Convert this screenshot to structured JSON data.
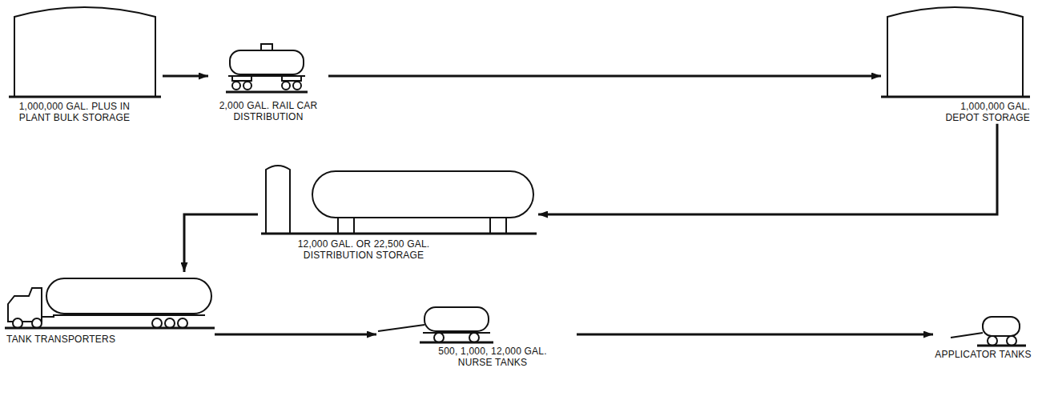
{
  "diagram": {
    "nodes": [
      {
        "text": [
          "1,000,000 GAL. PLUS IN PLANT BULK STORAGE"
        ]
      },
      {
        "text": [
          "2,000 GAL. RAIL CAR DISTRIBUTION"
        ]
      },
      {
        "text": [
          "1,000,000 GAL. DEPOT STORAGE"
        ]
      },
      {
        "text": [
          "12,000 GAL. OR 22,500 GAL. DISTRIBUTION STORAGE"
        ]
      },
      {
        "text": [
          "TANK TRANSPORTERS"
        ]
      },
      {
        "text": [
          "500, 1,000, 12,000 GAL. NURSE TANKS"
        ]
      },
      {
        "text": [
          "APPLICATOR TANKS"
        ]
      }
    ],
    "edges": [
      {
        "from": 0,
        "to": 1,
        "arrow": "to"
      },
      {
        "from": 1,
        "to": 2,
        "arrow": "to"
      },
      {
        "from": 2,
        "to": 3,
        "arrow": "to"
      },
      {
        "from": 3,
        "to": 4,
        "arrow": "to"
      },
      {
        "from": 4,
        "to": 5,
        "arrow": "to"
      },
      {
        "from": 5,
        "to": 6,
        "arrow": "to"
      }
    ]
  }
}
